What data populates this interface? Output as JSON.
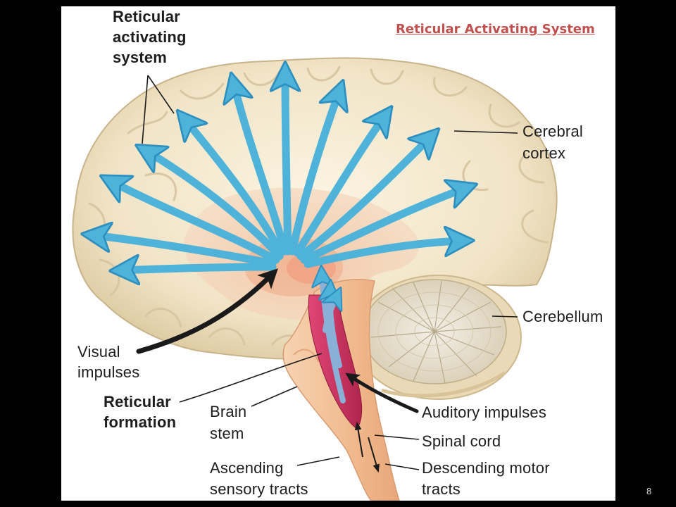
{
  "slide_title": "Reticular Activating System",
  "page_number": "8",
  "labels": {
    "ras_line1": "Reticular",
    "ras_line2": "activating",
    "ras_line3": "system",
    "cortex_line1": "Cerebral",
    "cortex_line2": "cortex",
    "cerebellum": "Cerebellum",
    "visual_line1": "Visual",
    "visual_line2": "impulses",
    "formation_line1": "Reticular",
    "formation_line2": "formation",
    "brainstem_line1": "Brain",
    "brainstem_line2": "stem",
    "auditory": "Auditory impulses",
    "spinal_cord": "Spinal cord",
    "ascending_line1": "Ascending",
    "ascending_line2": "sensory tracts",
    "descending_line1": "Descending motor",
    "descending_line2": "tracts"
  },
  "colors": {
    "arrow_blue": "#4fb3d9",
    "cortex": "#f5ecd2",
    "reticular_formation": "#c8325a",
    "brain_stem": "#f3c39a",
    "title_red": "#c0504d"
  }
}
